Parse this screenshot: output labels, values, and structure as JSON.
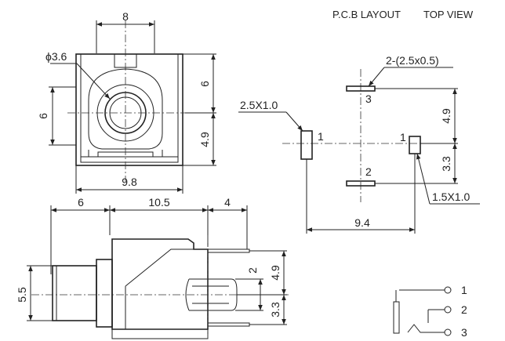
{
  "header": {
    "pcb_layout": "P.C.B LAYOUT",
    "top_view": "TOP VIEW"
  },
  "front_view": {
    "width_top": "8",
    "diameter": "ϕ3.6",
    "height_left": "6",
    "height_right_top": "6",
    "height_right_bottom": "4.9",
    "width_bottom": "9.8"
  },
  "pcb": {
    "pad_size_top": "2-(2.5x0.5)",
    "pad_size_left": "2.5X1.0",
    "pad_size_right": "1.5X1.0",
    "pin_top": "3",
    "pin_bottom": "2",
    "pin_left": "1",
    "pin_right": "1",
    "dim_vertical_top": "4.9",
    "dim_vertical_bottom": "3.3",
    "dim_horizontal": "9.4"
  },
  "side_view": {
    "dim_left": "6",
    "dim_middle": "10.5",
    "dim_right": "4",
    "dim_height": "5.5",
    "dim_pin_gap": "2",
    "dim_right_top": "4.9",
    "dim_right_bottom": "3.3"
  },
  "schematic": {
    "pin1": "1",
    "pin2": "2",
    "pin3": "3"
  }
}
